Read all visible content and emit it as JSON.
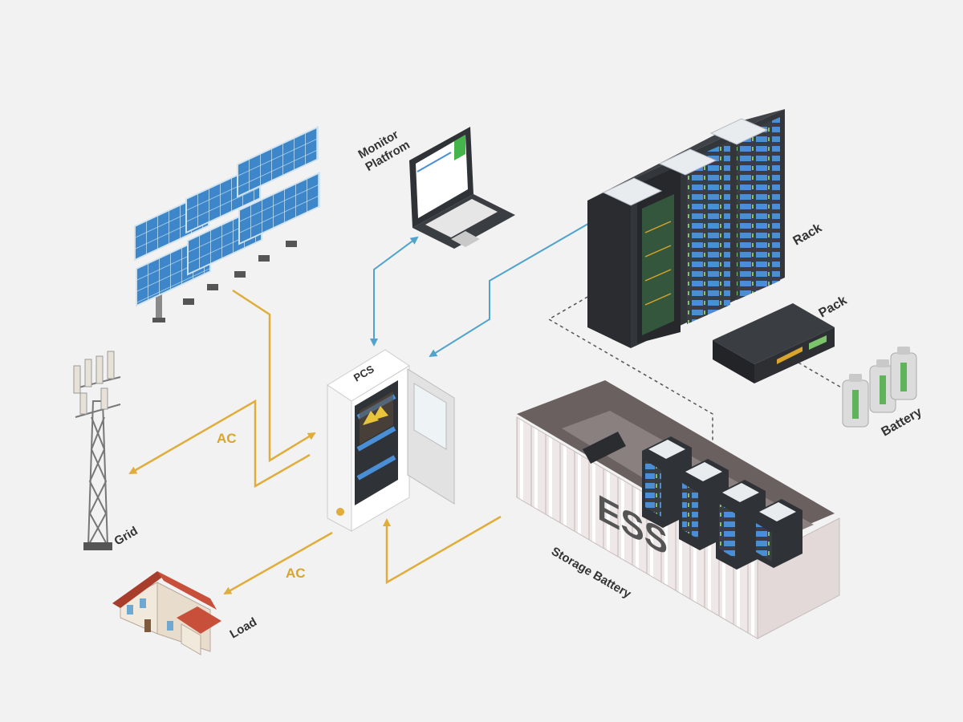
{
  "labels": {
    "monitor_line1": "Monitor",
    "monitor_line2": "Platfrom",
    "rack": "Rack",
    "pack": "Pack",
    "battery": "Battery",
    "pcs": "PCS",
    "grid": "Grid",
    "load": "Load",
    "ess": "ESS",
    "storage_battery": "Storage Battery",
    "ac_grid": "AC",
    "ac_load": "AC"
  },
  "colors": {
    "power_flow": "#e0ad3b",
    "communication": "#4fa3cc",
    "dashed": "#555555"
  }
}
